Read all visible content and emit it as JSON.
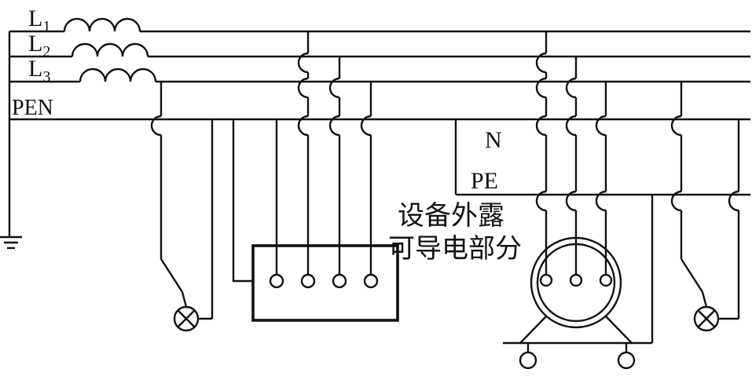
{
  "diagram": {
    "type": "tn-c-s-distribution-diagram",
    "background": "#ffffff",
    "line_color": "#111111",
    "conductors": {
      "l1": {
        "main": "L",
        "sub": "1"
      },
      "l2": {
        "main": "L",
        "sub": "2"
      },
      "l3": {
        "main": "L",
        "sub": "3"
      },
      "pen": "PEN",
      "n": "N",
      "pe": "PE"
    },
    "annotation": {
      "line1": "设备外露",
      "line2": "可导电部分"
    }
  }
}
